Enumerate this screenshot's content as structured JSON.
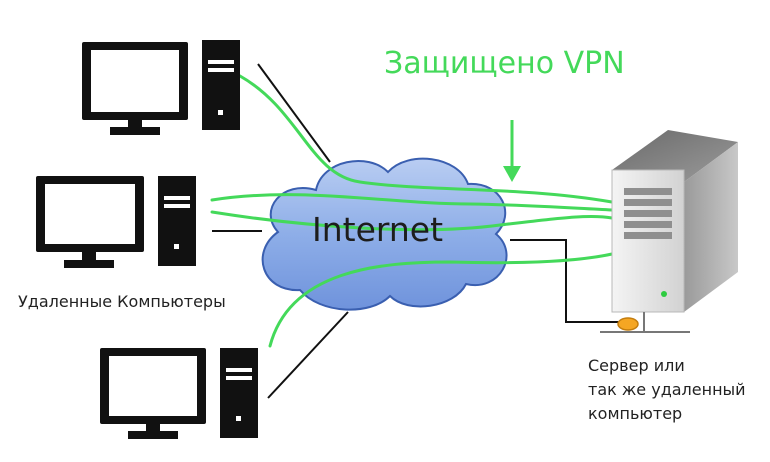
{
  "labels": {
    "vpn": "Защищено VPN",
    "cloud": "Internet",
    "remote_computers": "Удаленные Компьютеры",
    "server_lines": [
      "Сервер или",
      "так же удаленный",
      "компьютер"
    ]
  },
  "colors": {
    "vpn_green": "#44d95a",
    "cloud_blue": "#8eaee8",
    "cloud_stroke": "#3a5fb0",
    "device_black": "#111111",
    "server_gray": "#d9d9d9",
    "connector_orange": "#f5a623"
  },
  "nodes": [
    {
      "type": "monitor",
      "id": "pc-top"
    },
    {
      "type": "monitor",
      "id": "pc-middle"
    },
    {
      "type": "monitor",
      "id": "pc-bottom"
    },
    {
      "type": "cloud",
      "id": "internet"
    },
    {
      "type": "server",
      "id": "server"
    }
  ]
}
